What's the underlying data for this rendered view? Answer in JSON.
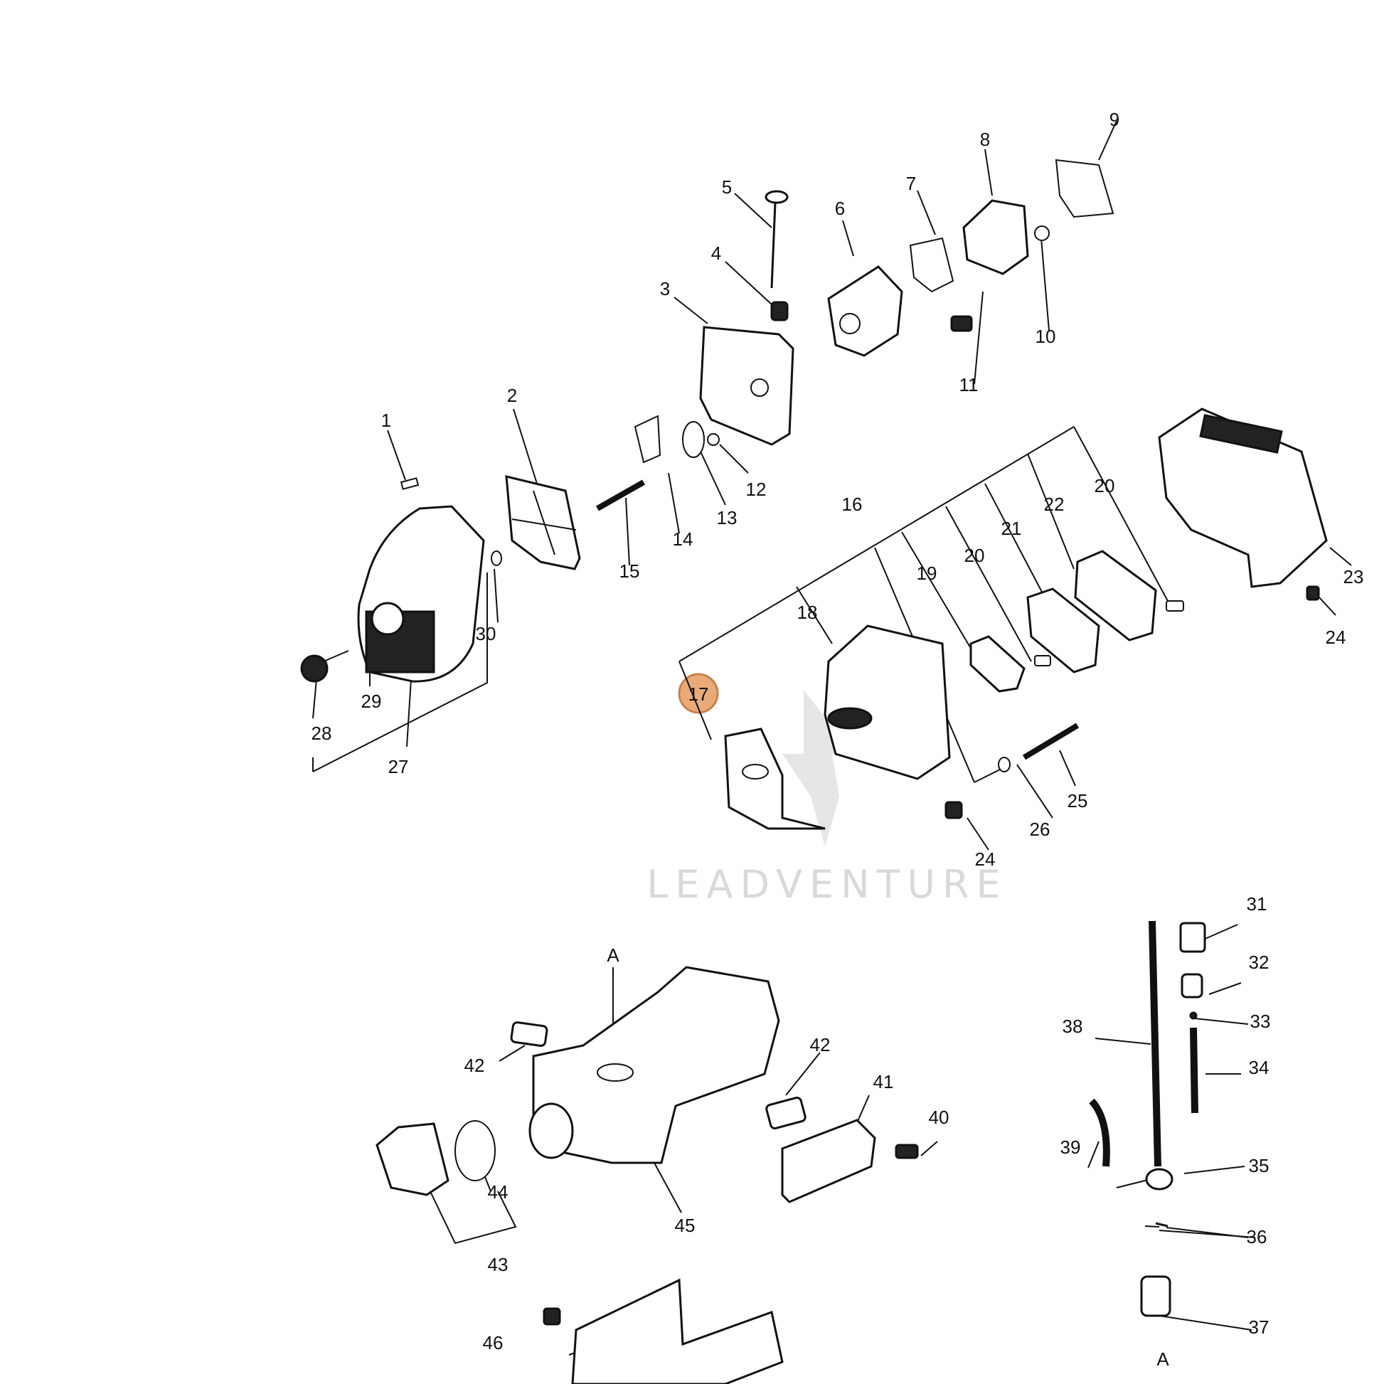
{
  "watermark": {
    "text": "LEADVENTURE"
  },
  "highlighted_callout": "17",
  "callouts": [
    "1",
    "2",
    "3",
    "4",
    "5",
    "6",
    "7",
    "8",
    "9",
    "10",
    "11",
    "12",
    "13",
    "14",
    "15",
    "16",
    "17",
    "18",
    "19",
    "20",
    "20",
    "21",
    "22",
    "23",
    "24",
    "24",
    "25",
    "26",
    "27",
    "28",
    "29",
    "30",
    "31",
    "32",
    "33",
    "34",
    "35",
    "36",
    "37",
    "38",
    "39",
    "40",
    "41",
    "42",
    "42",
    "43",
    "44",
    "45",
    "46"
  ],
  "connector_labels": [
    "A",
    "A"
  ],
  "colors": {
    "highlight": "#e8a36b",
    "ink": "#111111",
    "watermark": "#d9d9d9"
  }
}
